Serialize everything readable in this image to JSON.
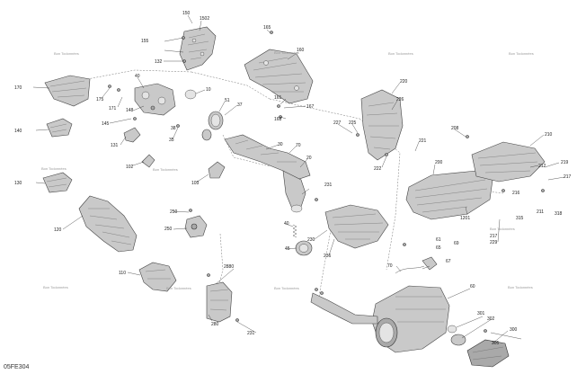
{
  "diagram": {
    "code": "05FE304",
    "watermark": "Bon Todonnées"
  },
  "labels": [
    "150",
    "1502",
    "155",
    "132",
    "165",
    "160",
    "170",
    "175",
    "171",
    "148",
    "40",
    "10",
    "145",
    "131",
    "35",
    "51",
    "37",
    "161",
    "167",
    "168",
    "38",
    "102",
    "103",
    "30",
    "70",
    "20",
    "220",
    "226",
    "227",
    "225",
    "222",
    "221",
    "200",
    "208",
    "210",
    "212",
    "219",
    "217",
    "216",
    "211",
    "318",
    "315",
    "1201",
    "217",
    "229",
    "231",
    "140",
    "130",
    "120",
    "250",
    "250",
    "45",
    "40",
    "236",
    "230",
    "61",
    "65",
    "67",
    "69",
    "70",
    "60",
    "301",
    "302",
    "305",
    "300",
    "280",
    "2880",
    "231",
    "110"
  ]
}
